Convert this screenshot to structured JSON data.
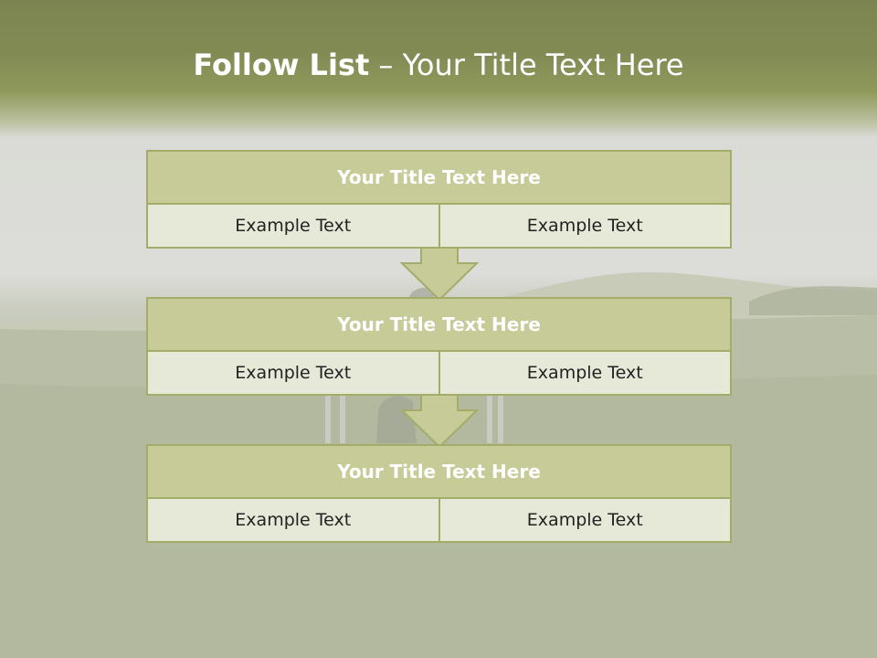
{
  "title": {
    "bold": "Follow List",
    "rest": " – Your Title Text Here"
  },
  "boxes": [
    {
      "title": "Your Title Text Here",
      "left": "Example Text",
      "right": "Example Text"
    },
    {
      "title": "Your Title Text Here",
      "left": "Example Text",
      "right": "Example Text"
    },
    {
      "title": "Your Title Text Here",
      "left": "Example Text",
      "right": "Example Text"
    }
  ],
  "colors": {
    "header": "#838b55",
    "box_border": "#a4ac6a",
    "box_head": "#c6cb98",
    "box_cell": "#e6e9d8",
    "arrow_fill": "#c6cb98"
  }
}
